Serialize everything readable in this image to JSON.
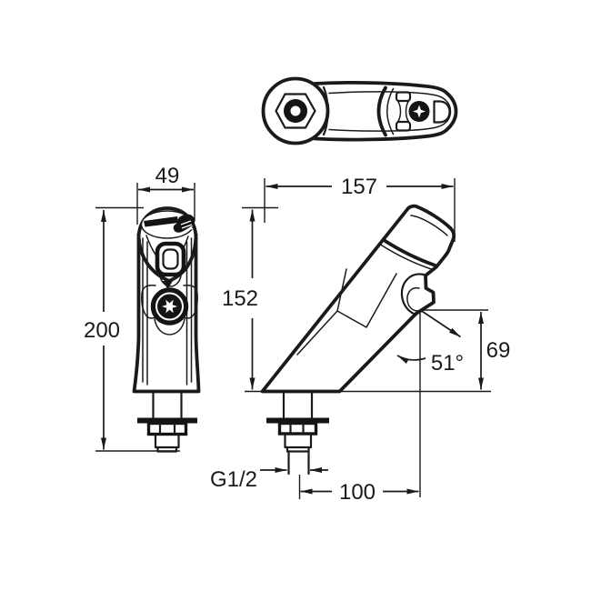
{
  "drawing": {
    "type": "faucet technical drawing, three orthographic views",
    "line_color": "#1a1a1a",
    "background": "#ffffff"
  },
  "dimensions": {
    "front_width": "49",
    "front_total_height": "200",
    "side_length": "157",
    "side_body_height": "152",
    "outlet_height": "69",
    "outlet_angle": "51°",
    "thread_size": "G1/2",
    "outlet_offset": "100"
  }
}
